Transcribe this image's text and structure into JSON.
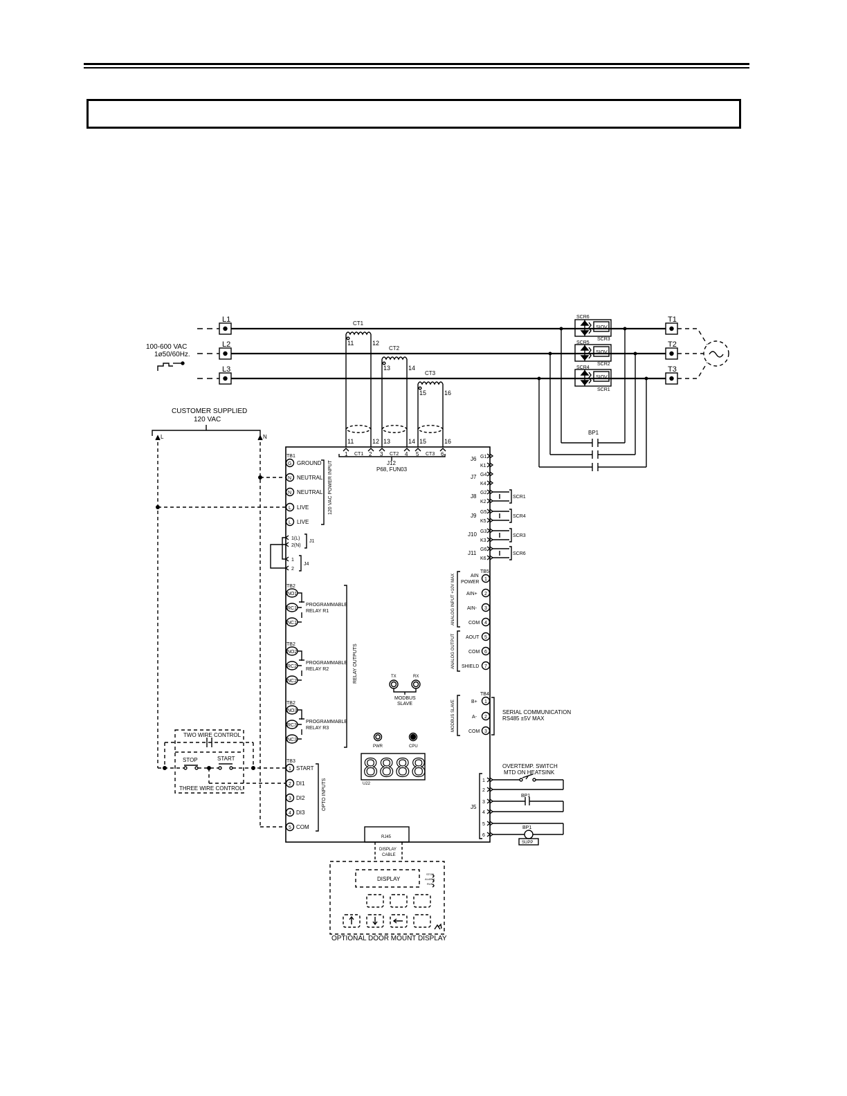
{
  "supply": {
    "voltage": "100-600 VAC",
    "phase": "1ø50/60Hz."
  },
  "lines": {
    "l1": "L1",
    "l2": "L2",
    "l3": "L3",
    "t1": "T1",
    "t2": "T2",
    "t3": "T3"
  },
  "ct": {
    "ct1": "CT1",
    "ct2": "CT2",
    "ct3": "CT3",
    "pins_top": [
      "11",
      "12",
      "13",
      "14",
      "15",
      "16"
    ],
    "conn_nums": [
      "1",
      "2",
      "3",
      "4",
      "5",
      "6"
    ],
    "conn_labels": [
      "CT1",
      "CT2",
      "CT3"
    ],
    "j12": "J12",
    "j12_sub": "P68, FUN03"
  },
  "scr": {
    "scr6": "SCR6",
    "scr5": "SCR5",
    "scr4": "SCR4",
    "scr3": "SCR3",
    "scr2": "SCR2",
    "scr1": "SCR1",
    "siov": "SIOV",
    "bp1": "BP1"
  },
  "customer": {
    "title": "CUSTOMER SUPPLIED",
    "volts": "120 VAC",
    "l": "L",
    "n": "N"
  },
  "tb1": {
    "label": "TB1",
    "terminals": [
      {
        "sym": "G",
        "name": "GROUND"
      },
      {
        "sym": "N",
        "name": "NEUTRAL"
      },
      {
        "sym": "N",
        "name": "NEUTRAL"
      },
      {
        "sym": "L",
        "name": "LIVE"
      },
      {
        "sym": "L",
        "name": "LIVE"
      }
    ],
    "group": "120 VAC POWER INPUT"
  },
  "j1": {
    "label": "J1",
    "pins": [
      "1(L)",
      "2(N)"
    ]
  },
  "j4": {
    "label": "J4",
    "pins": [
      "1",
      "2"
    ]
  },
  "relays": {
    "tb2": "TB2",
    "prog": "PROGRAMMABLE",
    "group": "RELAY OUTPUTS",
    "items": [
      {
        "no": "NO1",
        "rc": "RC1",
        "nc": "NC1",
        "relay": "RELAY R1"
      },
      {
        "no": "NO2",
        "rc": "RC2",
        "nc": "NC2",
        "relay": "RELAY R2"
      },
      {
        "no": "NO3",
        "rc": "RC3",
        "nc": "NC3",
        "relay": "RELAY R3"
      }
    ]
  },
  "control": {
    "two_wire": "TWO WIRE CONTROL",
    "three_wire": "THREE WIRE CONTROL",
    "stop": "STOP",
    "start": "START"
  },
  "tb3": {
    "label": "TB3",
    "terminals": [
      {
        "sym": "1",
        "name": "START"
      },
      {
        "sym": "2",
        "name": "DI1"
      },
      {
        "sym": "3",
        "name": "DI2"
      },
      {
        "sym": "4",
        "name": "DI3"
      },
      {
        "sym": "5",
        "name": "COM"
      }
    ],
    "group": "OPTO INPUTS"
  },
  "gates": {
    "j6": "J6",
    "j7": "J7",
    "j8": "J8",
    "j9": "J9",
    "j10": "J10",
    "j11": "J11",
    "pins": [
      "G1",
      "K1",
      "G4",
      "K4",
      "G2",
      "K2",
      "G5",
      "K5",
      "G3",
      "K3",
      "G6",
      "K6"
    ],
    "scr_j8": "SCR1",
    "scr_j9": "SCR4",
    "scr_j10": "SCR3",
    "scr_j11": "SCR6"
  },
  "tb5": {
    "label": "TB5",
    "terminals": [
      {
        "num": "1",
        "name": "AIN POWER"
      },
      {
        "num": "2",
        "name": "AIN+"
      },
      {
        "num": "3",
        "name": "AIN-"
      },
      {
        "num": "4",
        "name": "COM"
      },
      {
        "num": "5",
        "name": "AOUT"
      },
      {
        "num": "6",
        "name": "COM"
      },
      {
        "num": "7",
        "name": "SHIELD"
      }
    ],
    "ain_line1": "AIN",
    "ain_line2": "POWER",
    "group_in": "ANALOG INPUT +10V MAX",
    "group_out": "ANALOG OUTPUT"
  },
  "tb4": {
    "label": "TB4",
    "terminals": [
      {
        "num": "1",
        "name": "B+"
      },
      {
        "num": "2",
        "name": "A-"
      },
      {
        "num": "3",
        "name": "COM"
      }
    ],
    "group": "MODBUS SLAVE",
    "serial1": "SERIAL COMMUNICATION",
    "serial2": "RS485 ±5V MAX"
  },
  "board": {
    "tx": "TX",
    "rx": "RX",
    "modbus1": "MODBUS",
    "modbus2": "SLAVE",
    "pwr": "PWR",
    "cpu": "CPU",
    "display_digits": "8888",
    "u22": "U22",
    "rj45": "RJ45",
    "cable1": "DISPLAY",
    "cable2": "CABLE"
  },
  "j5": {
    "label": "J5",
    "pins": [
      "1",
      "2",
      "3",
      "4",
      "5",
      "6"
    ],
    "overtemp1": "OVERTEMP. SWITCH",
    "overtemp2": "MTD ON HEATSINK",
    "bp1": "BP1",
    "bp1b": "BP1",
    "supp": "SUPP"
  },
  "door": {
    "display": "DISPLAY",
    "stop": "STOP",
    "alarm": "ALARM",
    "run": "RUN",
    "caption": "OPTIONAL DOOR MOUNT DISPLAY"
  }
}
